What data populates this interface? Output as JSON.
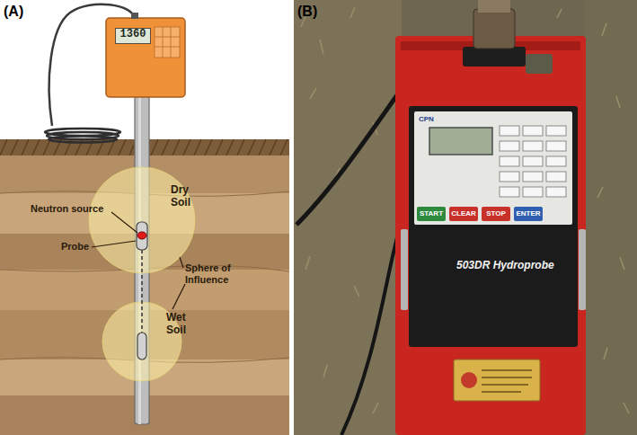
{
  "diagram": {
    "nodes": [
      {
        "text": [
          "1360"
        ]
      },
      {
        "text": [
          "Dry Soil"
        ]
      },
      {
        "text": [
          "Wet Soil"
        ]
      }
    ],
    "labels": [
      "(A)",
      "(B)",
      "Neutron source",
      "Probe",
      "Sphere of Influence",
      "CPN",
      "START",
      "CLEAR",
      "STOP",
      "ENTER",
      "503DR Hydroprobe"
    ]
  }
}
